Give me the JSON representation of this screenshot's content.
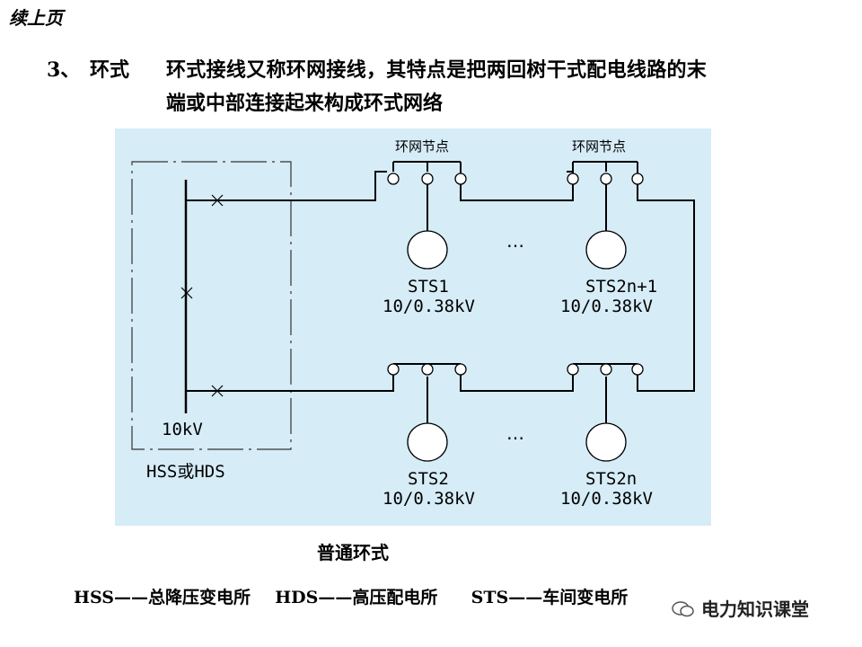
{
  "header": {
    "continued": "续上页",
    "number": "3、",
    "name": "环式",
    "desc_line1": "环式接线又称环网接线，其特点是把两回树干式配电线路的末",
    "desc_line2": "端或中部连接起来构成环式网络"
  },
  "diagram": {
    "node_label_left": "环网节点",
    "node_label_right": "环网节点",
    "voltage_label": "10kV",
    "station_label": "HSS或HDS",
    "ellipsis_top": "…",
    "ellipsis_bottom": "…",
    "transformers": [
      {
        "name": "STS1",
        "rating": "10/0.38kV"
      },
      {
        "name": "STS2n+1",
        "rating": "10/0.38kV"
      },
      {
        "name": "STS2",
        "rating": "10/0.38kV"
      },
      {
        "name": "STS2n",
        "rating": "10/0.38kV"
      }
    ],
    "colors": {
      "background": "#d6ecf7",
      "line": "#000000",
      "dash": "#333333"
    }
  },
  "caption": "普通环式",
  "legend": {
    "hss": "HSS——总降压变电所",
    "hds": "HDS——高压配电所",
    "sts": "STS——车间变电所"
  },
  "watermark": "电力知识课堂",
  "icons": {
    "watermark_icon": "wechat-icon"
  }
}
